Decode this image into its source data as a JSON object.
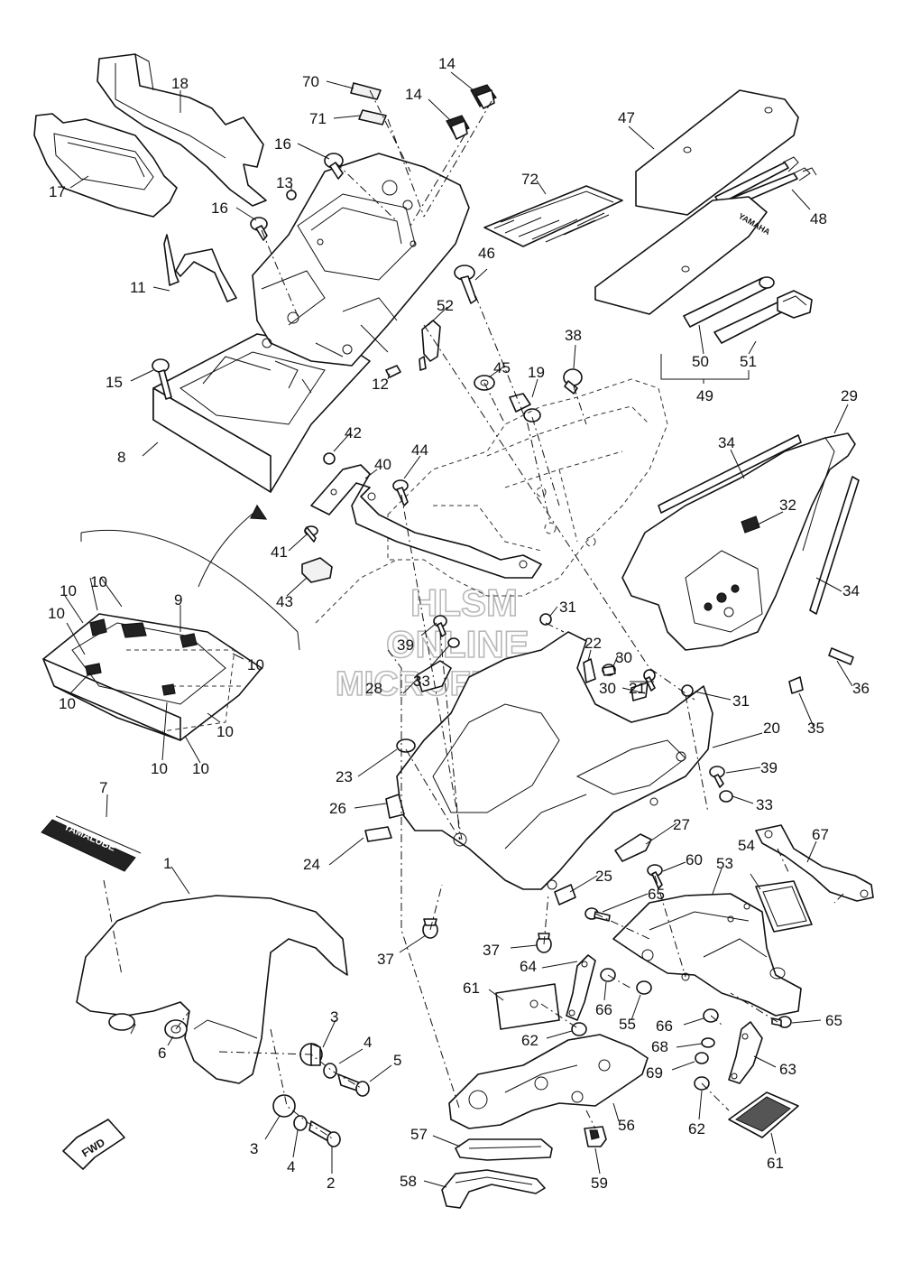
{
  "watermark": {
    "line1": "HLSM",
    "line2": "ONLINE",
    "line3": "MICROFICHE"
  },
  "decal": {
    "brand_text": "YAMALUBE"
  },
  "fwd_label": "FWD",
  "callouts": {
    "c1": "1",
    "c2": "2",
    "c3a": "3",
    "c3b": "3",
    "c4a": "4",
    "c4b": "4",
    "c5": "5",
    "c6": "6",
    "c7": "7",
    "c8": "8",
    "c9": "9",
    "c10a": "10",
    "c10b": "10",
    "c10c": "10",
    "c10d": "10",
    "c10e": "10",
    "c10f": "10",
    "c10g": "10",
    "c10h": "10",
    "c11": "11",
    "c12": "12",
    "c13": "13",
    "c14a": "14",
    "c14b": "14",
    "c15": "15",
    "c16a": "16",
    "c16b": "16",
    "c17": "17",
    "c18": "18",
    "c19": "19",
    "c20": "20",
    "c21": "21",
    "c22": "22",
    "c23": "23",
    "c24": "24",
    "c25": "25",
    "c26": "26",
    "c27": "27",
    "c28": "28",
    "c29": "29",
    "c30a": "30",
    "c30b": "30",
    "c31a": "31",
    "c31b": "31",
    "c32": "32",
    "c33a": "33",
    "c33b": "33",
    "c34a": "34",
    "c34b": "34",
    "c35": "35",
    "c36": "36",
    "c37a": "37",
    "c37b": "37",
    "c38": "38",
    "c39a": "39",
    "c39b": "39",
    "c40": "40",
    "c41": "41",
    "c42": "42",
    "c43": "43",
    "c44": "44",
    "c45": "45",
    "c46": "46",
    "c47": "47",
    "c48": "48",
    "c49": "49",
    "c50": "50",
    "c51": "51",
    "c52": "52",
    "c53": "53",
    "c54": "54",
    "c55": "55",
    "c56": "56",
    "c57": "57",
    "c58": "58",
    "c59": "59",
    "c60": "60",
    "c61a": "61",
    "c61b": "61",
    "c62a": "62",
    "c62b": "62",
    "c63": "63",
    "c64": "64",
    "c65a": "65",
    "c65b": "65",
    "c66a": "66",
    "c66b": "66",
    "c67": "67",
    "c68": "68",
    "c69": "69",
    "c70": "70",
    "c71": "71",
    "c72": "72"
  }
}
